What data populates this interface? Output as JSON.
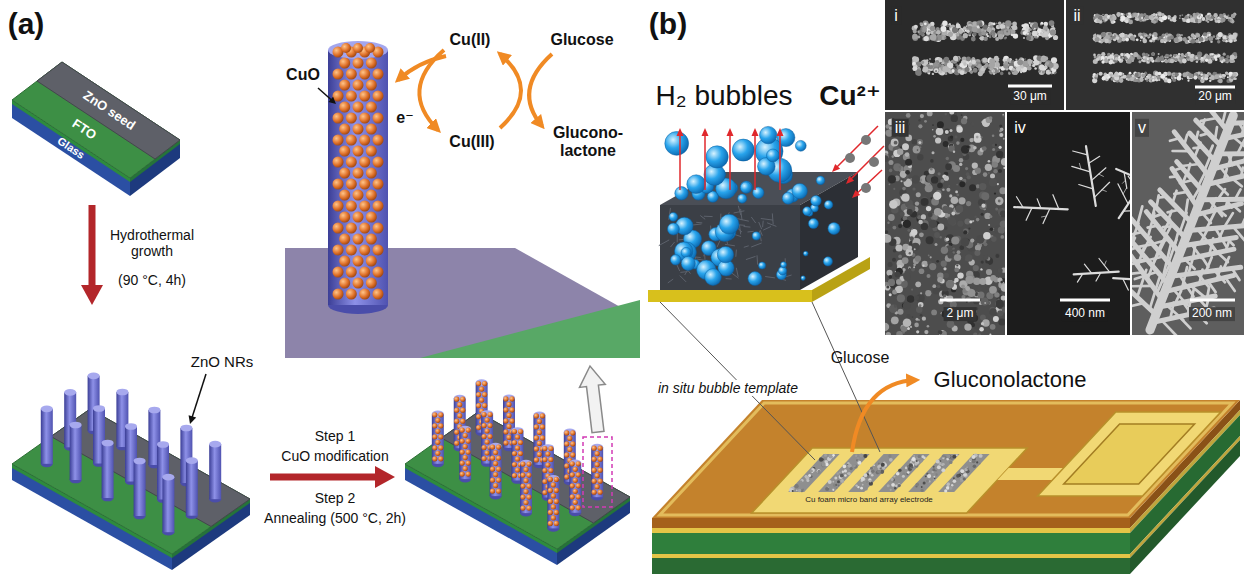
{
  "diagram": {
    "labels": [
      "(a)",
      "ZnO seed",
      "FTO",
      "Glass",
      "Hydrothermal growth",
      "(90 °C, 4h)",
      "ZnO NRs",
      "CuO",
      "e⁻",
      "Cu(II)",
      "Glucose",
      "Cu(III)",
      "Glucono- lactone",
      "Step 1",
      "CuO modification",
      "Step 2",
      "Annealing (500 °C, 2h)",
      "(b)",
      "H₂ bubbles",
      "Cu²⁺",
      "i",
      "ii",
      "30 μm",
      "20 μm",
      "iii",
      "iv",
      "v",
      "2 μm",
      "400 nm",
      "200 nm",
      "in situ bubble template",
      "Glucose",
      "Gluconolactone",
      "Cu foam micro band array electrode"
    ]
  }
}
